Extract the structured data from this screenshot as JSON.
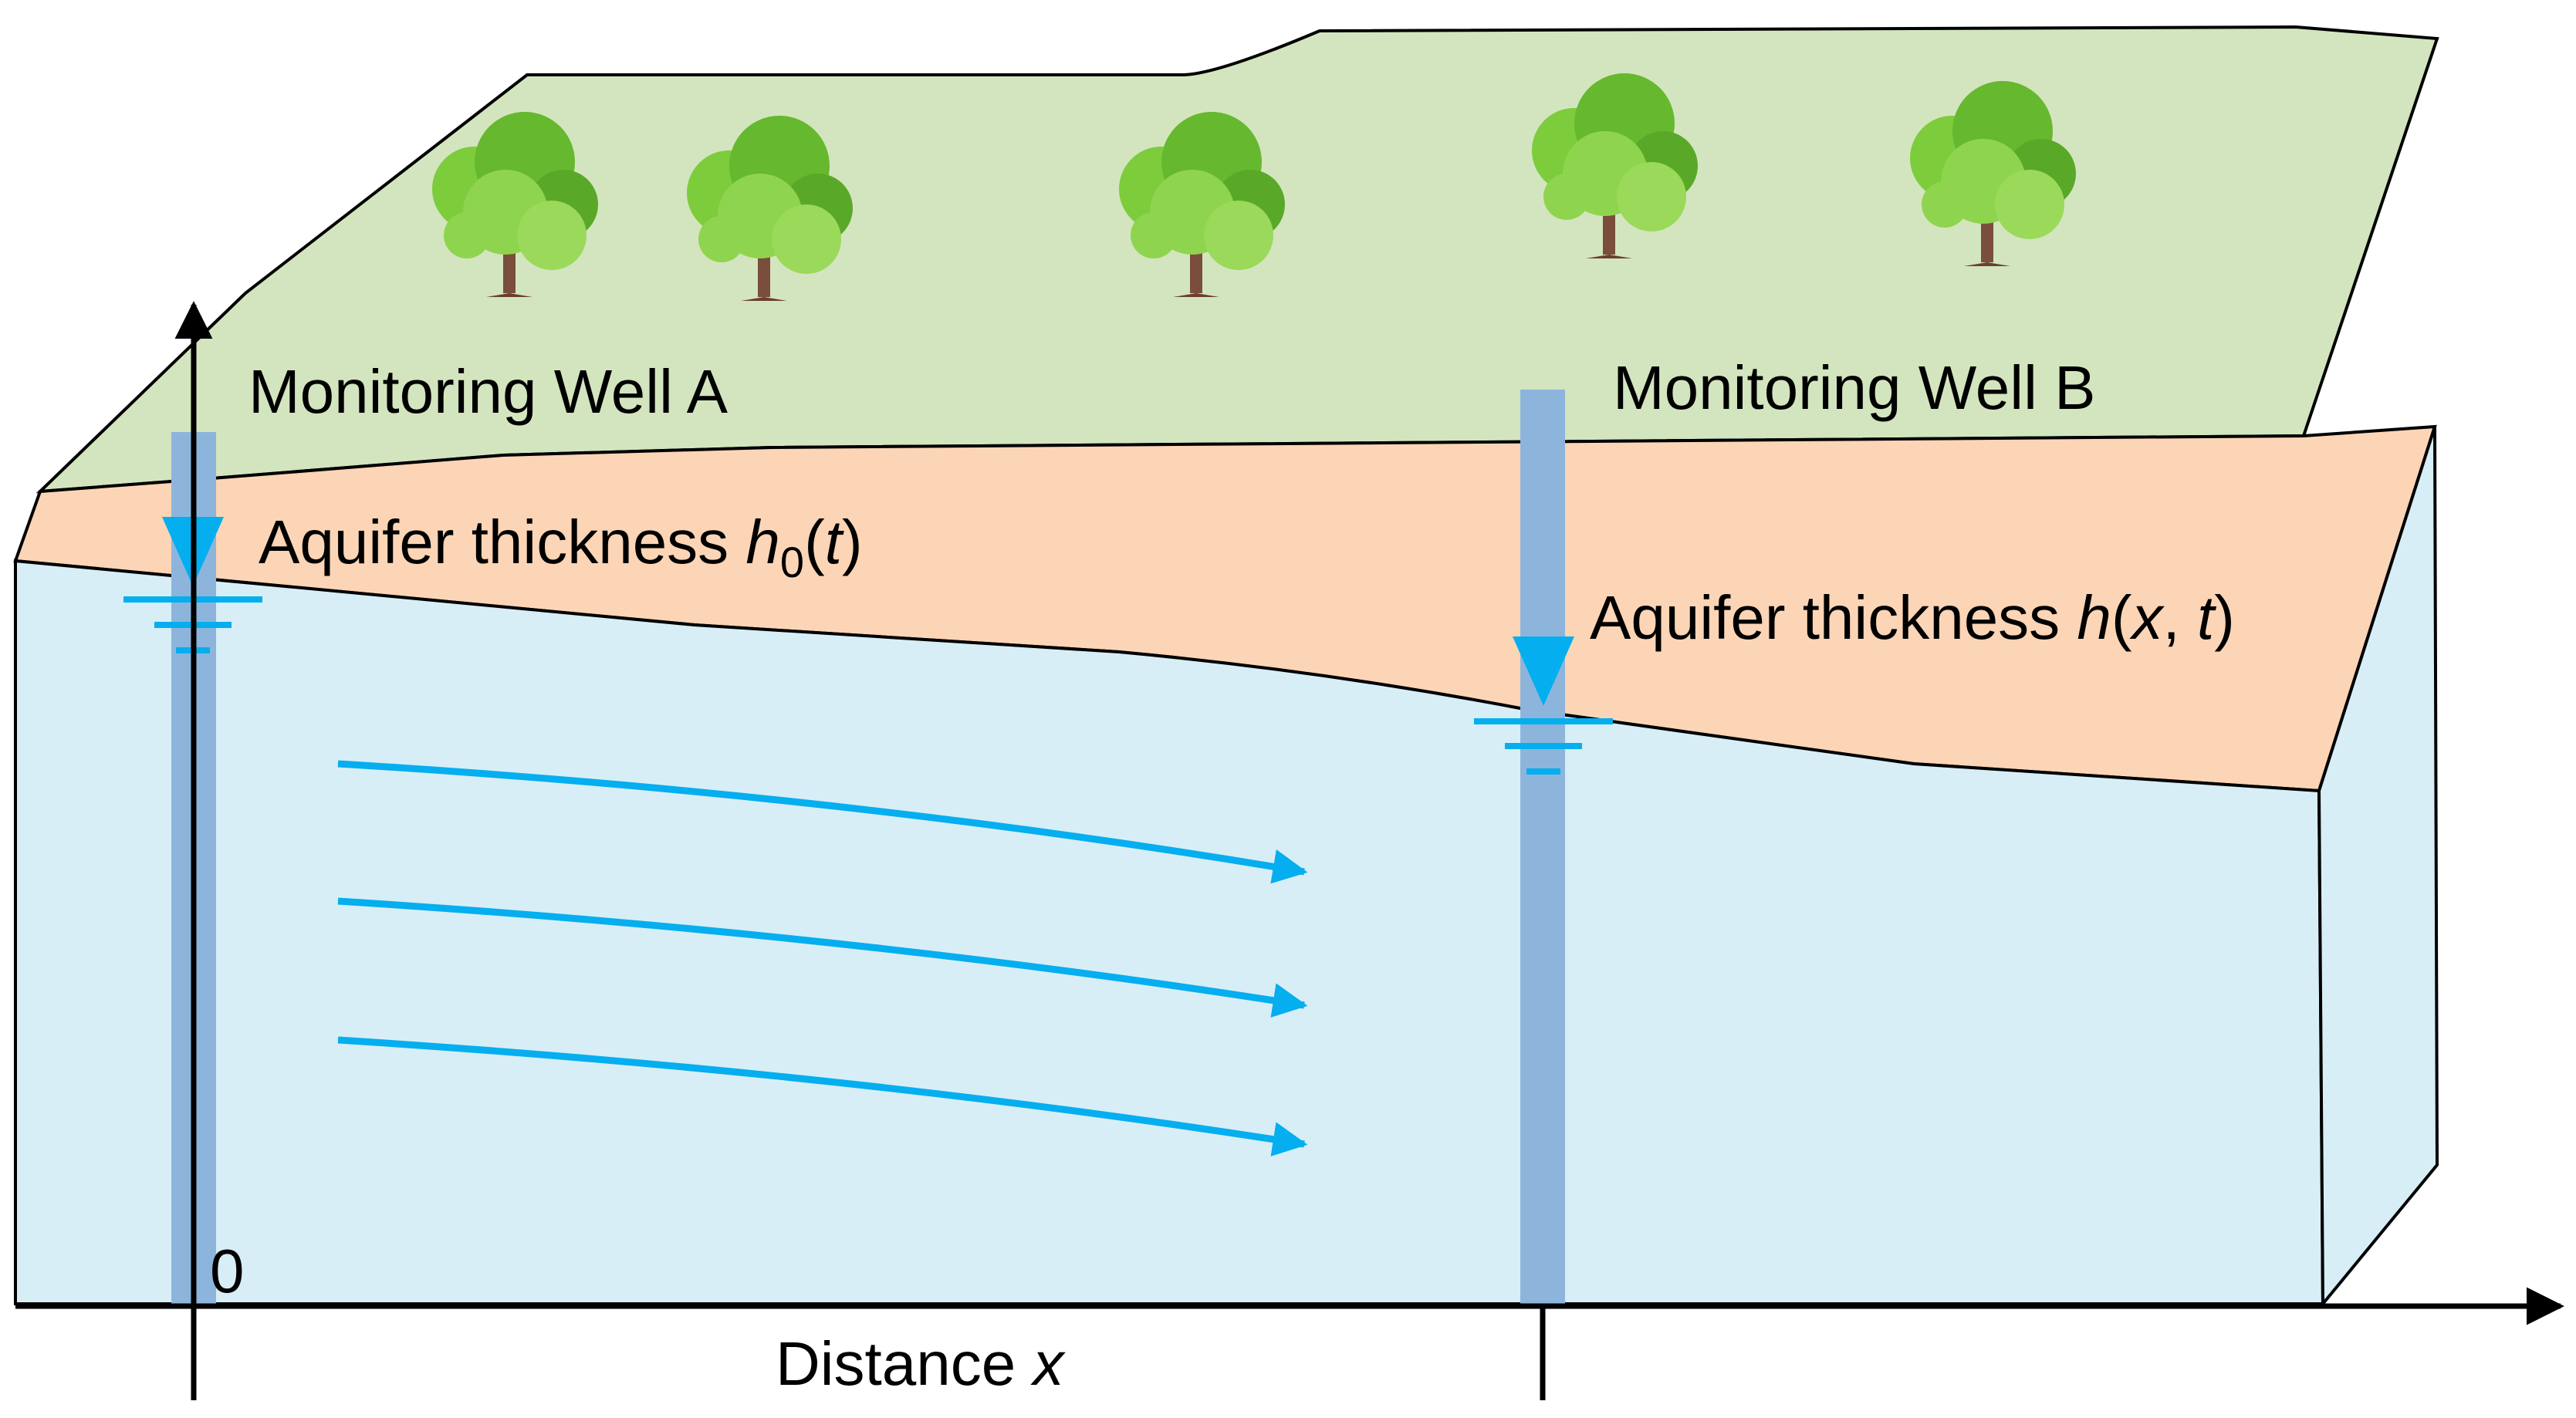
{
  "wells": {
    "a": {
      "label": "Monitoring Well  A",
      "thickness_prefix": "Aquifer thickness ",
      "thickness_symbol": "h",
      "thickness_subscript": "0",
      "thickness_open": "(",
      "thickness_var": "t",
      "thickness_close": ")"
    },
    "b": {
      "label": "Monitoring Well B",
      "thickness_prefix": "Aquifer thickness  ",
      "thickness_symbol": "h",
      "thickness_open": "(",
      "thickness_var_x": "x",
      "thickness_sep": ", ",
      "thickness_var_t": "t",
      "thickness_close": ")"
    }
  },
  "axes": {
    "origin": "0",
    "x_label_prefix": "Distance ",
    "x_label_var": "x"
  },
  "colors": {
    "land_surface": "#d3e5be",
    "unsaturated_zone": "#fbd5b6",
    "aquifer": "#d7eef6",
    "well_casing": "#8db5dc",
    "water_table_marker": "#05aeef",
    "flow_arrow": "#05aeef"
  },
  "icons": {
    "tree": "tree-icon",
    "water_table": "water-table-triangle-icon",
    "flow": "flow-arrow-icon"
  }
}
